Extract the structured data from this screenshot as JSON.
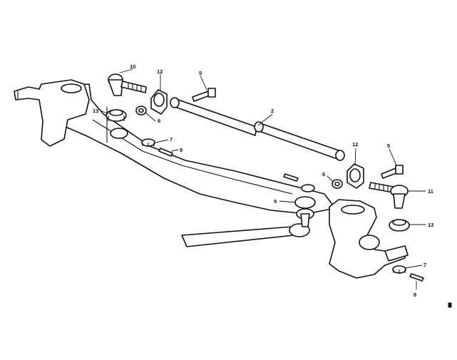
{
  "figure": {
    "callouts": [
      {
        "id": "c2",
        "label": "2"
      },
      {
        "id": "c5a",
        "label": "5"
      },
      {
        "id": "c5b",
        "label": "5"
      },
      {
        "id": "c6a",
        "label": "6"
      },
      {
        "id": "c6b",
        "label": "6"
      },
      {
        "id": "c7a",
        "label": "7"
      },
      {
        "id": "c7b",
        "label": "7"
      },
      {
        "id": "c8a",
        "label": "8"
      },
      {
        "id": "c8b",
        "label": "8"
      },
      {
        "id": "c9",
        "label": "9"
      },
      {
        "id": "c10",
        "label": "10"
      },
      {
        "id": "c11",
        "label": "11"
      },
      {
        "id": "c12a",
        "label": "12"
      },
      {
        "id": "c12b",
        "label": "12"
      },
      {
        "id": "c13a",
        "label": "13"
      },
      {
        "id": "c13b",
        "label": "13"
      }
    ]
  }
}
